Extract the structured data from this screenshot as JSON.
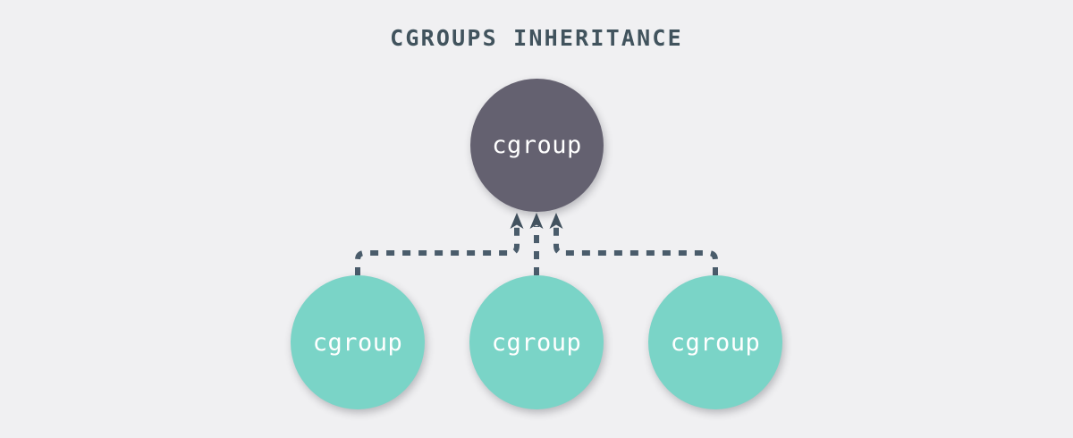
{
  "diagram": {
    "title": "CGROUPS INHERITANCE",
    "background_color": "#f0f0f2",
    "title_color": "#41535d",
    "connector_color": "#4a5c6b",
    "parent": {
      "label": "cgroup",
      "fill_color": "#646170",
      "text_color": "#ffffff"
    },
    "children": [
      {
        "label": "cgroup",
        "fill_color": "#7ad4c7",
        "text_color": "#ffffff"
      },
      {
        "label": "cgroup",
        "fill_color": "#7ad4c7",
        "text_color": "#ffffff"
      },
      {
        "label": "cgroup",
        "fill_color": "#7ad4c7",
        "text_color": "#ffffff"
      }
    ],
    "edges": [
      {
        "from": "child-1",
        "to": "parent",
        "style": "dashed",
        "arrowhead": "up"
      },
      {
        "from": "child-2",
        "to": "parent",
        "style": "dashed",
        "arrowhead": "up"
      },
      {
        "from": "child-3",
        "to": "parent",
        "style": "dashed",
        "arrowhead": "up"
      }
    ]
  }
}
